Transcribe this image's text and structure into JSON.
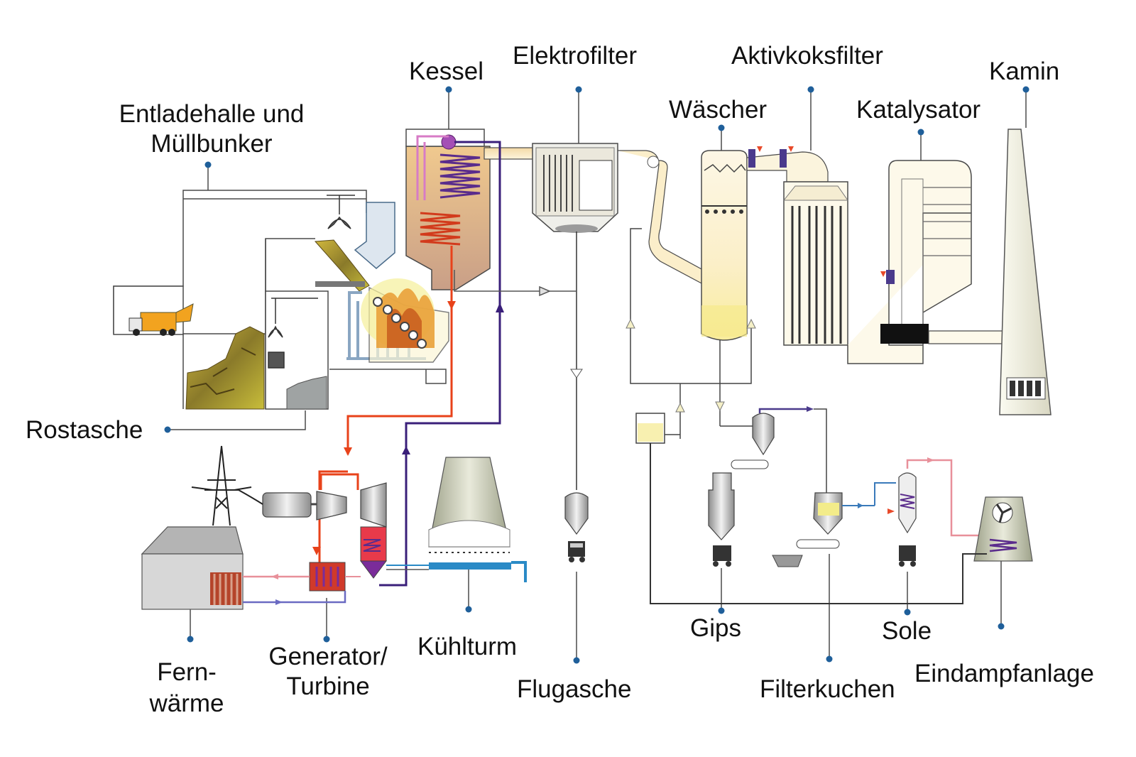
{
  "colors": {
    "leader": "#1f5f9a",
    "steam": "#e8421a",
    "water": "#3a1f7a",
    "gas": "#f6e7b8",
    "outline": "#4a4a4a",
    "refuse": "#b3a032"
  },
  "labels": {
    "kessel": "Kessel",
    "elektrofilter": "Elektrofilter",
    "aktivkoksfilter": "Aktivkoksfilter",
    "kamin": "Kamin",
    "waescher": "Wäscher",
    "katalysator": "Katalysator",
    "entladehalle_line1": "Entladehalle und",
    "entladehalle_line2": "Müllbunker",
    "rostasche": "Rostasche",
    "fernwaerme_line1": "Fern-",
    "fernwaerme_line2": "wärme",
    "generator_line1": "Generator/",
    "generator_line2": "Turbine",
    "kuehlturm": "Kühlturm",
    "flugasche": "Flugasche",
    "gips": "Gips",
    "filterkuchen": "Filterkuchen",
    "sole": "Sole",
    "eindampfanlage": "Eindampfanlage"
  },
  "icons": [
    "truck-icon",
    "crane-grab-icon",
    "transmission-tower-icon",
    "fan-icon",
    "container-truck-icon"
  ]
}
